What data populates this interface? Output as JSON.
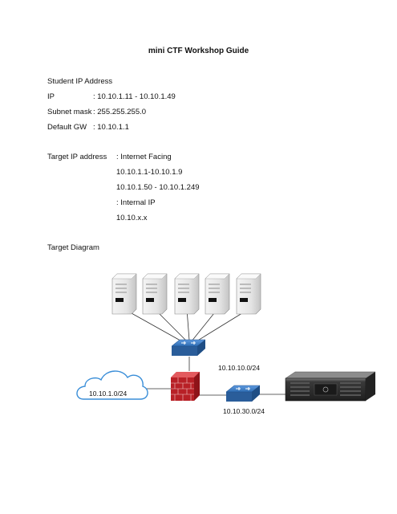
{
  "title": "mini CTF Workshop Guide",
  "student": {
    "heading": "Student IP Address",
    "rows": [
      {
        "label": "IP",
        "value": ": 10.10.1.11 - 10.10.1.49"
      },
      {
        "label": "Subnet mask",
        "value": ": 255.255.255.0"
      },
      {
        "label": "Default GW",
        "value": ": 10.10.1.1"
      }
    ]
  },
  "target": {
    "label": "Target IP address",
    "lines": [
      ": Internet Facing",
      "10.10.1.1-10.10.1.9",
      "10.10.1.50 - 10.10.1.249",
      ": Internal IP",
      "10.10.x.x"
    ]
  },
  "diagram": {
    "heading": "Target Diagram",
    "server_count": 5,
    "cloud_label": "10.10.1.0/24",
    "net_top_label": "10.10.10.0/24",
    "net_bottom_label": "10.10.30.0/24",
    "colors": {
      "switch": "#2f6db3",
      "firewall": "#c7252b",
      "cloud": "#3a8ed8",
      "rack_server": "#2a2a2a",
      "tower_server": "#e6e6e6"
    }
  }
}
